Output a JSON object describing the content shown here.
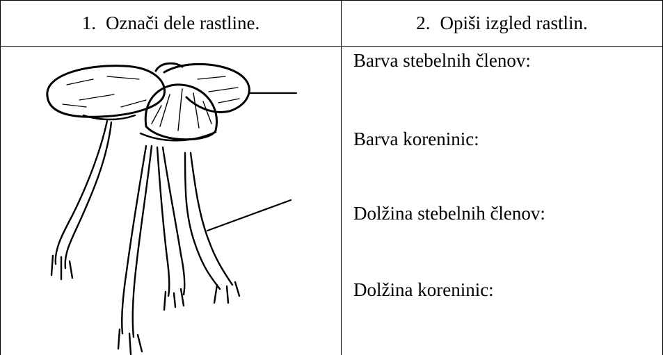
{
  "table": {
    "headers": [
      {
        "num": "1.",
        "text": "Označi dele rastline."
      },
      {
        "num": "2.",
        "text": "Opiši izgled rastlin."
      }
    ],
    "fields": [
      "Barva stebelnih členov:",
      "Barva koreninic:",
      "Dolžina stebelnih členov:",
      "Dolžina koreninic:"
    ]
  },
  "illustration": {
    "subject": "duckweed-plant-drawing",
    "label_lines": 2
  }
}
